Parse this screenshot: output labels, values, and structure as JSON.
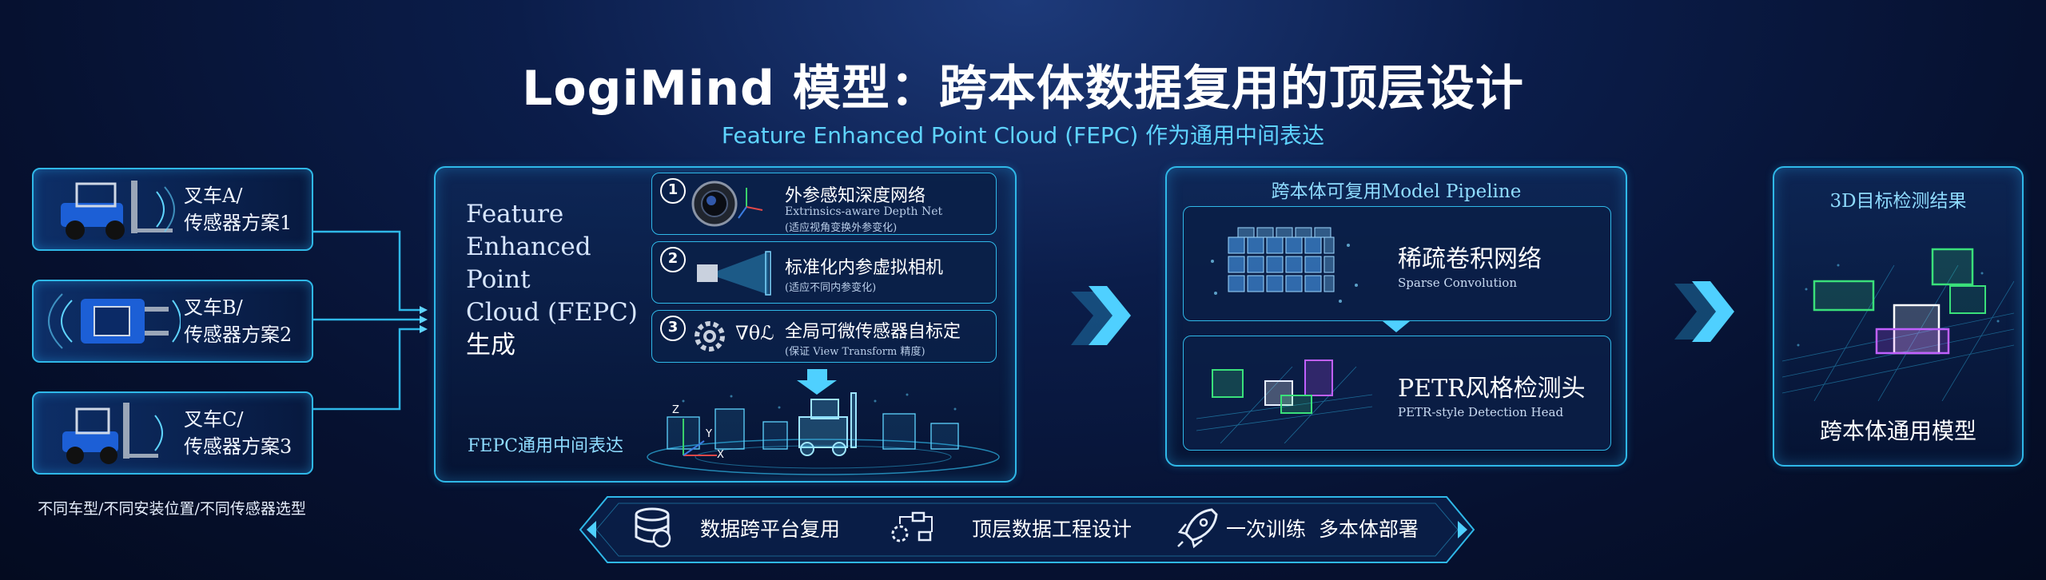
{
  "header": {
    "title": "LogiMind 模型：跨本体数据复用的顶层设计",
    "subtitle": "Feature Enhanced Point Cloud (FEPC) 作为通用中间表达"
  },
  "sources": {
    "trucks": [
      {
        "line1": "叉车A/",
        "line2": "传感器方案1"
      },
      {
        "line1": "叉车B/",
        "line2": "传感器方案2"
      },
      {
        "line1": "叉车C/",
        "line2": "传感器方案3"
      }
    ],
    "caption": "不同车型/不同安装位置/不同传感器选型"
  },
  "fepc": {
    "heading": [
      "Feature",
      "Enhanced",
      "Point",
      "Cloud (FEPC)",
      "生成"
    ],
    "steps": [
      {
        "num": "1",
        "title": "外参感知深度网络",
        "en": "Extrinsics-aware Depth Net",
        "note": "(适应视角变换外参变化)"
      },
      {
        "num": "2",
        "title": "标准化内参虚拟相机",
        "en": "",
        "note": "(适应不同内参变化)"
      },
      {
        "num": "3",
        "title": "全局可微传感器自标定",
        "en": "",
        "note": "(保证 View Transform 精度)"
      }
    ],
    "nabla_symbol": "∇θℒ",
    "repr_label": "FEPC通用中间表达",
    "axes": {
      "z": "Z",
      "y": "Y",
      "x": "X"
    }
  },
  "pipeline": {
    "title": "跨本体可复用Model Pipeline",
    "blocks": [
      {
        "name": "稀疏卷积网络",
        "en": "Sparse Convolution"
      },
      {
        "name": "PETR风格检测头",
        "en": "PETR-style Detection Head"
      }
    ]
  },
  "result": {
    "title": "3D目标检测结果",
    "label": "跨本体通用模型"
  },
  "bottom_bar": {
    "items": [
      {
        "icon": "database-icon",
        "label": "数据跨平台复用"
      },
      {
        "icon": "workflow-icon",
        "label": "顶层数据工程设计"
      },
      {
        "icon": "rocket-icon",
        "label": "一次训练  多本体部署"
      }
    ]
  },
  "colors": {
    "accent": "#2fb8e8",
    "glow": "#5fd4ff",
    "background": "#061130"
  }
}
